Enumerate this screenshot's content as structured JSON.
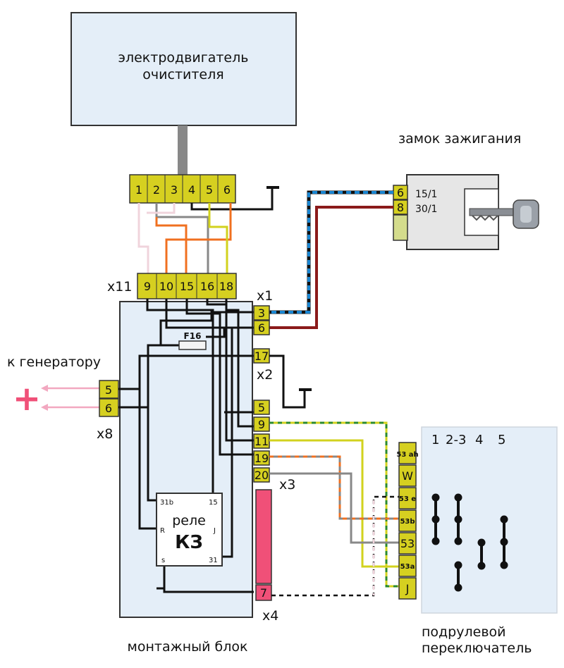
{
  "motor": {
    "line1": "электродвигатель",
    "line2": "очистителя"
  },
  "ignition": {
    "title": "замок зажигания",
    "pins": [
      "6",
      "8"
    ],
    "terms": [
      "15/1",
      "30/1"
    ]
  },
  "top_connector": {
    "pins": [
      "1",
      "2",
      "3",
      "4",
      "5",
      "6"
    ]
  },
  "x11": {
    "label": "x11",
    "pins": [
      "9",
      "10",
      "15",
      "16",
      "18"
    ]
  },
  "x1": {
    "label": "x1",
    "pins": [
      "3",
      "6"
    ]
  },
  "x2": {
    "label": "x2",
    "pins": [
      "17"
    ]
  },
  "x3": {
    "label": "x3",
    "pins": [
      "5",
      "9",
      "11",
      "19",
      "20"
    ]
  },
  "x4": {
    "label": "x4",
    "pins": [
      "7"
    ]
  },
  "x8": {
    "label": "x8",
    "pins": [
      "5",
      "6"
    ]
  },
  "generator": {
    "label": "к генератору",
    "plus": "+"
  },
  "fuse": {
    "label": "F16"
  },
  "relay": {
    "name1": "реле",
    "name2": "КЗ",
    "t31b": "31b",
    "t15": "15",
    "tR": "R",
    "tJ": "J",
    "tS": "s",
    "t31": "31"
  },
  "mount_block": {
    "label": "монтажный блок"
  },
  "switch": {
    "line1": "подрулевой",
    "line2": "переключатель",
    "pins": [
      "53 ah",
      "W",
      "53 e",
      "53b",
      "53",
      "53a",
      "J"
    ],
    "positions": [
      "1",
      "2-3",
      "4",
      "5"
    ]
  },
  "colors": {
    "panel": "#e4eef8",
    "pin_yellow": "#d6d020",
    "pin_red": "#f05078",
    "plus": "#f05078"
  }
}
